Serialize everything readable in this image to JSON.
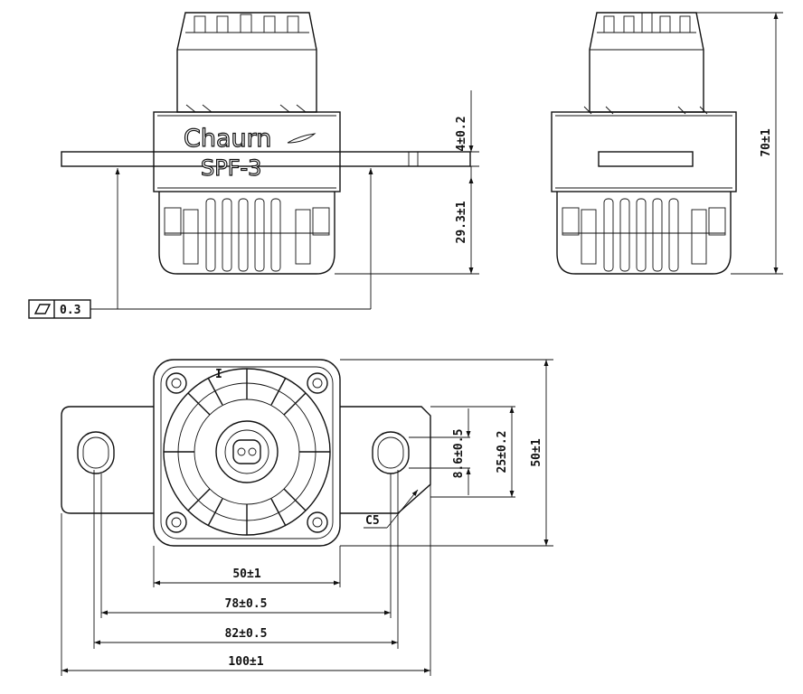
{
  "brand": {
    "logo": "Chaurn",
    "model": "SPF-3"
  },
  "dimensions": {
    "flange_thickness": "4±0.2",
    "lower_height": "29.3±1",
    "total_height": "70±1",
    "slot_spacing": "8.6±0.5",
    "inner_height": "25±0.2",
    "body_height": "50±1",
    "body_width": "50±1",
    "hole_span": "78±0.5",
    "slot_span": "82±0.5",
    "flange_width": "100±1",
    "chamfer": "C5"
  },
  "tolerance_frame": {
    "value": "0.3"
  }
}
